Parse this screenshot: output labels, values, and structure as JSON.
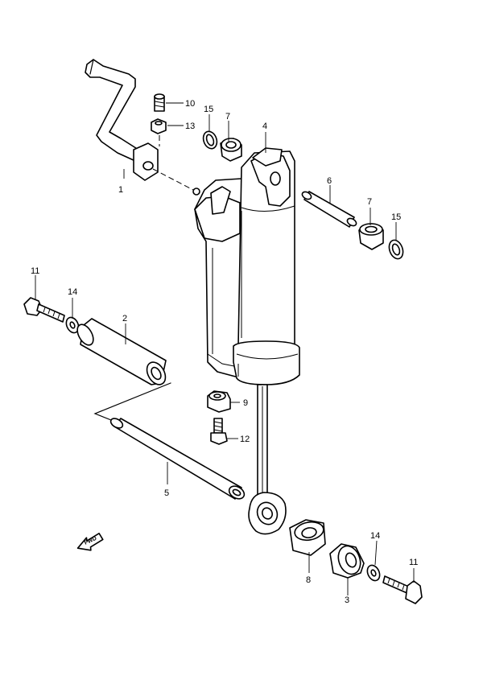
{
  "diagram": {
    "callouts": [
      {
        "id": "c1",
        "text": "1"
      },
      {
        "id": "c2",
        "text": "2"
      },
      {
        "id": "c3",
        "text": "3"
      },
      {
        "id": "c4",
        "text": "4"
      },
      {
        "id": "c5",
        "text": "5"
      },
      {
        "id": "c6",
        "text": "6"
      },
      {
        "id": "c7a",
        "text": "7"
      },
      {
        "id": "c7b",
        "text": "7"
      },
      {
        "id": "c8",
        "text": "8"
      },
      {
        "id": "c9",
        "text": "9"
      },
      {
        "id": "c10",
        "text": "10"
      },
      {
        "id": "c11a",
        "text": "11"
      },
      {
        "id": "c11b",
        "text": "11"
      },
      {
        "id": "c12",
        "text": "12"
      },
      {
        "id": "c13",
        "text": "13"
      },
      {
        "id": "c14a",
        "text": "14"
      },
      {
        "id": "c14b",
        "text": "14"
      },
      {
        "id": "c15a",
        "text": "15"
      },
      {
        "id": "c15b",
        "text": "15"
      }
    ],
    "forward_arrow": {
      "text": "FWD"
    }
  }
}
